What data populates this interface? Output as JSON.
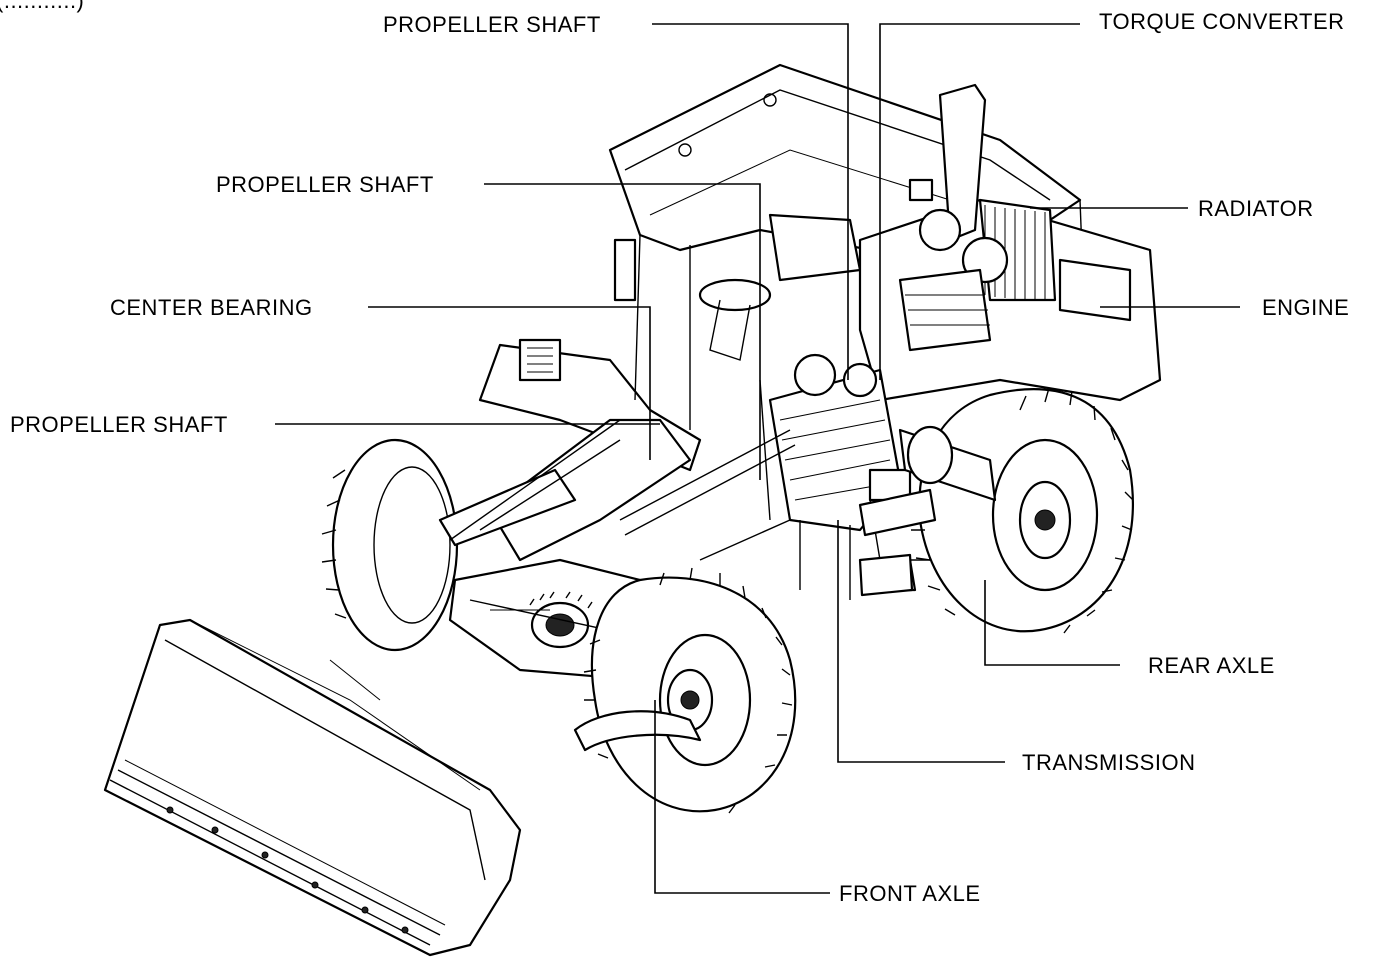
{
  "header_fragment": "(...........)",
  "labels": {
    "propeller_shaft_top": "PROPELLER SHAFT",
    "torque_converter": "TORQUE CONVERTER",
    "propeller_shaft_mid": "PROPELLER SHAFT",
    "radiator": "RADIATOR",
    "center_bearing": "CENTER BEARING",
    "engine": "ENGINE",
    "propeller_shaft_low": "PROPELLER SHAFT",
    "rear_axle": "REAR AXLE",
    "transmission": "TRANSMISSION",
    "front_axle": "FRONT AXLE"
  },
  "colors": {
    "ink": "#000000",
    "paper": "#ffffff"
  }
}
